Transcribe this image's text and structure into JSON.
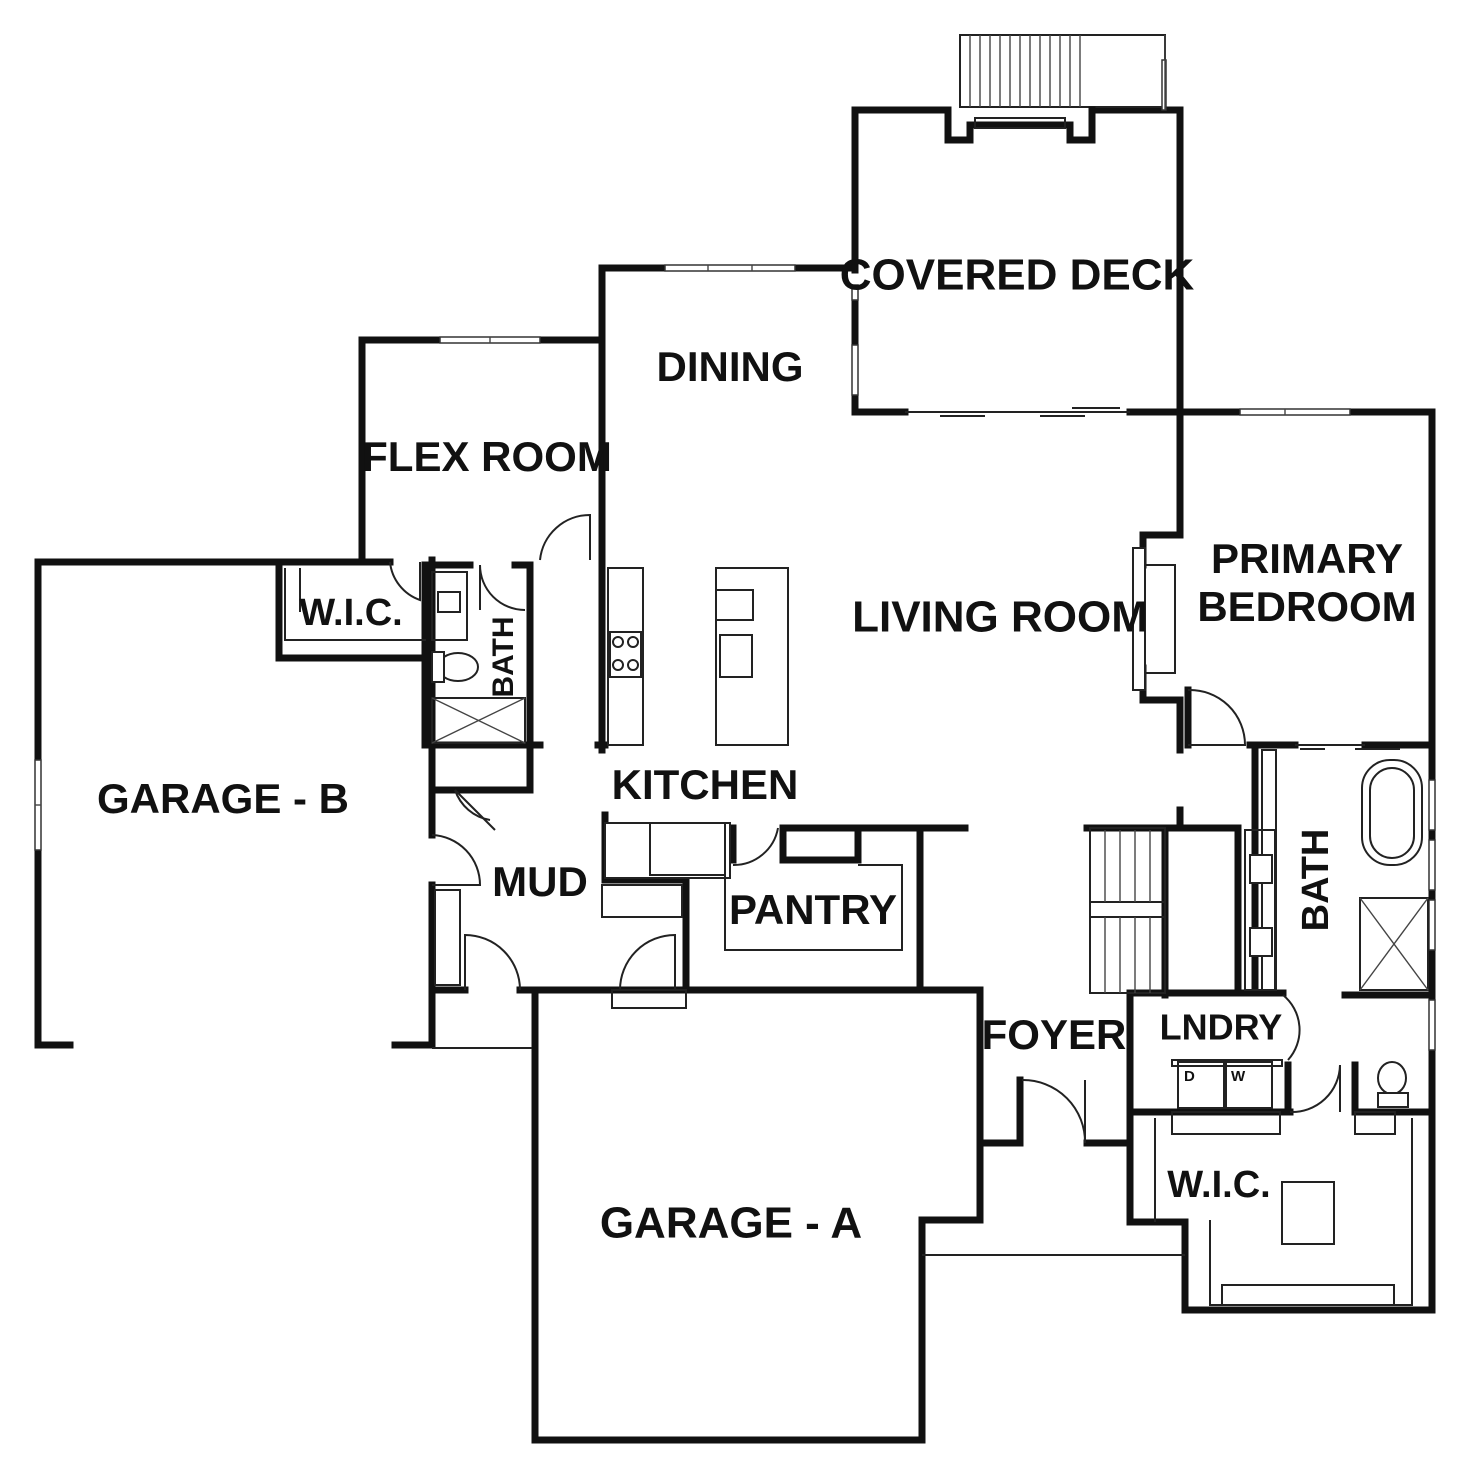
{
  "rooms": {
    "covered_deck": "COVERED DECK",
    "dining": "DINING",
    "flex_room": "FLEX ROOM",
    "wic_left": "W.I.C.",
    "bath_left": "BATH",
    "living_room": "LIVING ROOM",
    "primary_bedroom_line1": "PRIMARY",
    "primary_bedroom_line2": "BEDROOM",
    "garage_b": "GARAGE - B",
    "kitchen": "KITCHEN",
    "mud": "MUD",
    "pantry": "PANTRY",
    "bath_right": "BATH",
    "foyer": "FOYER",
    "lndry": "LNDRY",
    "wic_right": "W.I.C.",
    "garage_a": "GARAGE - A"
  },
  "appliances": {
    "dryer": "D",
    "washer": "W"
  }
}
